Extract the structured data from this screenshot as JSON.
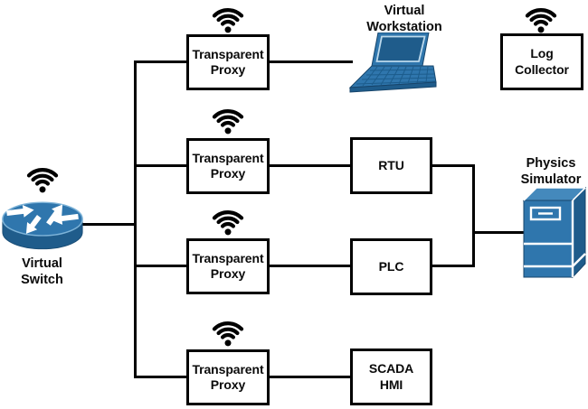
{
  "colors": {
    "line": "#000000",
    "icon_blue": "#2F76AD",
    "icon_blue_dark": "#1F5C8B",
    "icon_blue_light": "#4489BC",
    "icon_rim_light": "#7DB3D8",
    "wifi": "#000000"
  },
  "nodes": {
    "virtual_switch": {
      "label": "Virtual\nSwitch",
      "icon": "router-icon"
    },
    "proxies": [
      {
        "label": "Transparent\nProxy"
      },
      {
        "label": "Transparent\nProxy"
      },
      {
        "label": "Transparent\nProxy"
      },
      {
        "label": "Transparent\nProxy"
      }
    ],
    "virtual_workstation": {
      "label": "Virtual\nWorkstation",
      "icon": "laptop-icon"
    },
    "log_collector": {
      "label": "Log\nCollector"
    },
    "rtu": {
      "label": "RTU"
    },
    "plc": {
      "label": "PLC"
    },
    "scada_hmi": {
      "label": "SCADA\nHMI"
    },
    "physics_simulator": {
      "label": "Physics\nSimulator",
      "icon": "server-icon"
    }
  }
}
